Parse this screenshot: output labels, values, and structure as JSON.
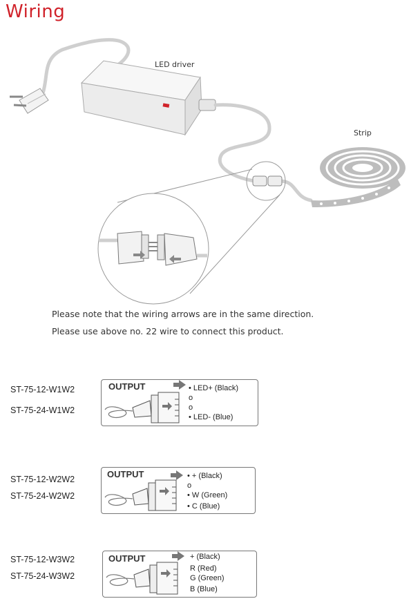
{
  "title": "Wiring",
  "diagram": {
    "led_driver_label": "LED driver",
    "strip_label": "Strip"
  },
  "notes": [
    "Please note that the wiring arrows are in the same direction.",
    "Please use above no. 22 wire to connect this product."
  ],
  "outputs": [
    {
      "models": [
        "ST-75-12-W1W2",
        "ST-75-24-W1W2"
      ],
      "output_label": "OUTPUT",
      "pins": [
        {
          "marker": "•",
          "text": "LED+ (Black)"
        },
        {
          "marker": "o",
          "text": ""
        },
        {
          "marker": "o",
          "text": ""
        },
        {
          "marker": "•",
          "text": "LED- (Blue)"
        }
      ]
    },
    {
      "models": [
        "ST-75-12-W2W2",
        "ST-75-24-W2W2"
      ],
      "output_label": "OUTPUT",
      "pins": [
        {
          "marker": "•",
          "text": "+ (Black)"
        },
        {
          "marker": "o",
          "text": ""
        },
        {
          "marker": "•",
          "text": "W (Green)"
        },
        {
          "marker": "•",
          "text": "C (Blue)"
        }
      ]
    },
    {
      "models": [
        "ST-75-12-W3W2",
        "ST-75-24-W3W2"
      ],
      "output_label": "OUTPUT",
      "pins": [
        {
          "marker": "",
          "text": "+ (Black)"
        },
        {
          "marker": "",
          "text": "R (Red)"
        },
        {
          "marker": "",
          "text": "G (Green)"
        },
        {
          "marker": "",
          "text": "B (Blue)"
        }
      ]
    }
  ]
}
